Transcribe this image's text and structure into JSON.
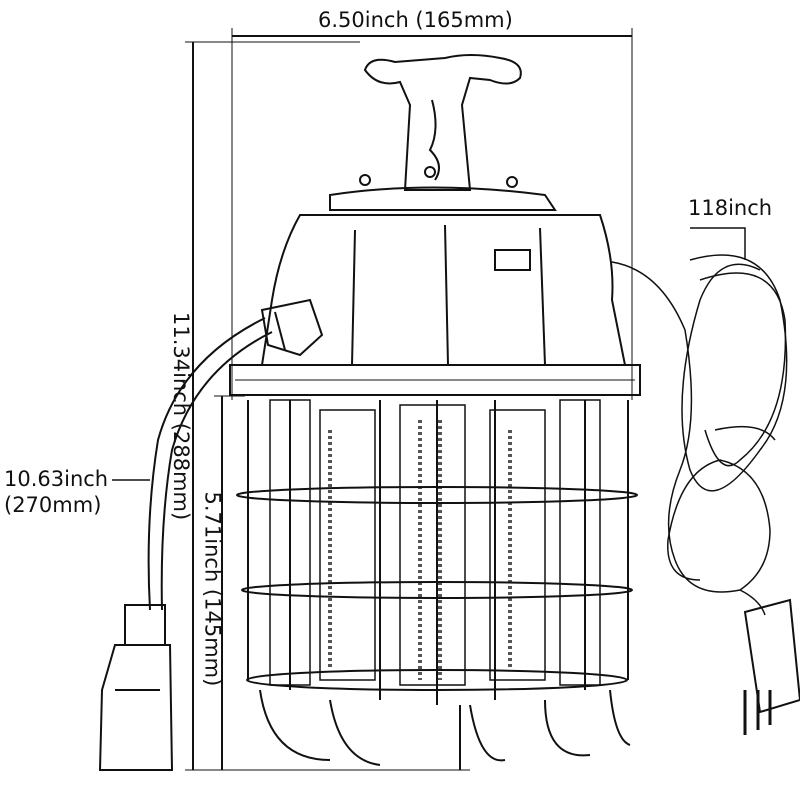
{
  "dimensions": {
    "width": "6.50inch (165mm)",
    "total_height": "11.34inch (288mm)",
    "cage_height": "5.71inch (145mm)",
    "cord_to_outlet_line1": "10.63inch",
    "cord_to_outlet_line2": "(270mm)",
    "power_cord_length": "118inch"
  }
}
